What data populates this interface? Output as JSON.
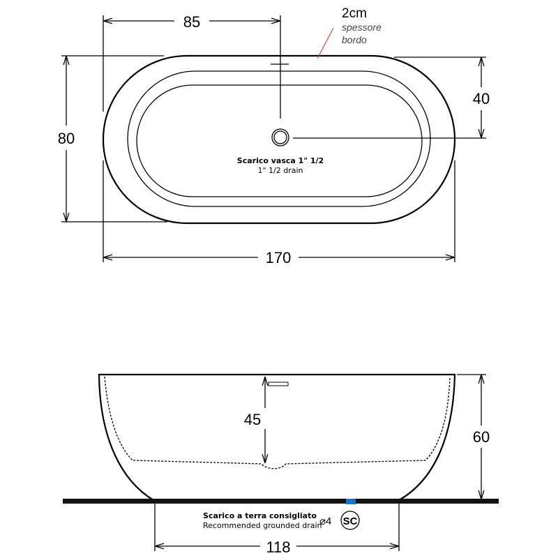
{
  "top_view": {
    "dim_half_length": "85",
    "dim_width": "80",
    "dim_drain_offset": "40",
    "dim_length": "170",
    "rim_thickness": "2cm",
    "rim_label_line1": "spessore",
    "rim_label_line2": "bordo",
    "drain_label_it": "Scarico vasca 1\" 1/2",
    "drain_label_en": "1\" 1/2  drain"
  },
  "side_view": {
    "dim_inner_depth": "45",
    "dim_height": "60",
    "dim_base": "118",
    "floor_drain_it": "Scarico a terra consigliato",
    "floor_drain_en": "Recommended grounded drain",
    "diameter": "⌀4",
    "badge": "SC",
    "floor_drain_color": "#1a73c8"
  }
}
